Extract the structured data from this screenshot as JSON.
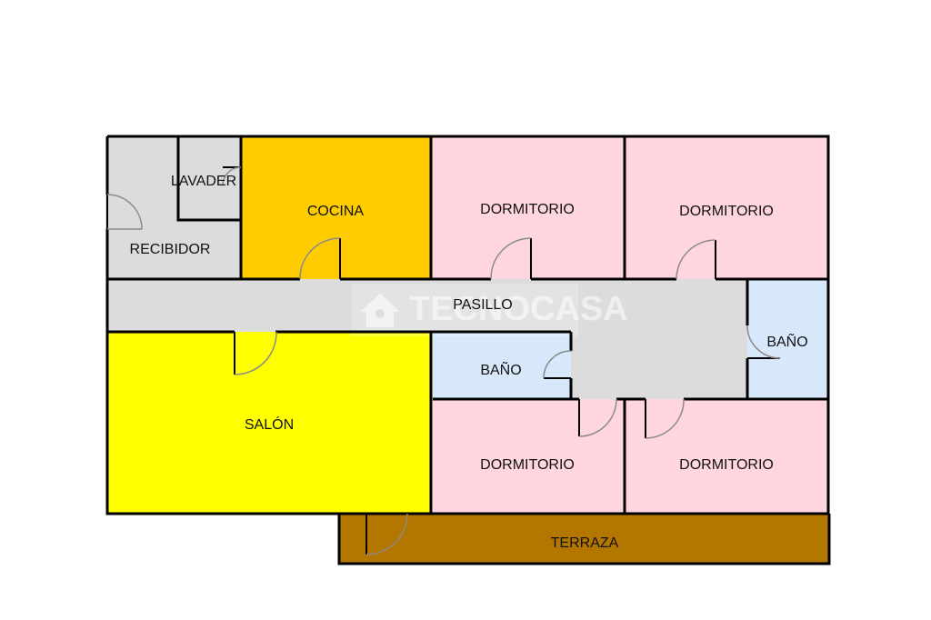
{
  "colors": {
    "recibidor": "#dcdcdc",
    "lavadero": "#dcdcdc",
    "cocina": "#ffcc00",
    "dormitorio": "#ffd6e0",
    "pasillo": "#dcdcdc",
    "salon": "#ffff00",
    "bano": "#d6e8fa",
    "terraza": "#b37700",
    "wall": "#000000"
  },
  "rooms": {
    "lavadero": "LAVADER",
    "recibidor": "RECIBIDOR",
    "cocina": "COCINA",
    "dormitorio_1": "DORMITORIO",
    "dormitorio_2": "DORMITORIO",
    "pasillo": "PASILLO",
    "bano_1": "BAÑO",
    "bano_2": "BAÑO",
    "salon": "SALÓN",
    "dormitorio_3": "DORMITORIO",
    "dormitorio_4": "DORMITORIO",
    "terraza": "TERRAZA"
  },
  "watermark": {
    "text": "TECNOCASA",
    "icon": "house-logo-icon"
  }
}
